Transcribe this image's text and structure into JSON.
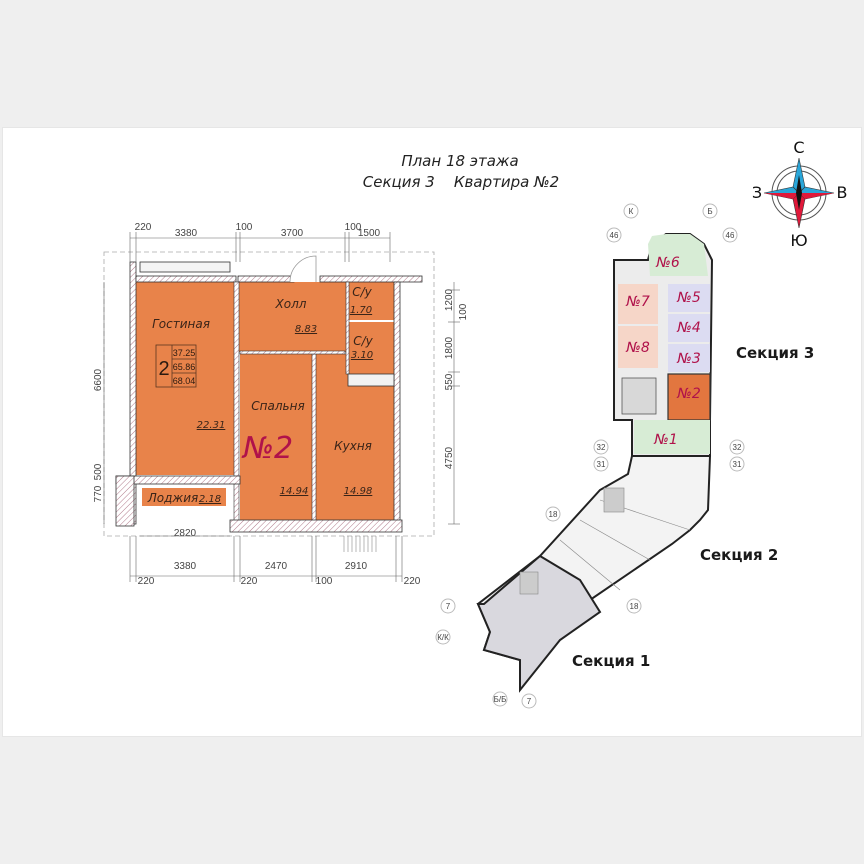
{
  "header": {
    "line1": "План 18 этажа",
    "line2": "Секция 3    Квартира №2"
  },
  "compass": {
    "north": "С",
    "east": "В",
    "south": "Ю",
    "west": "З",
    "colors": {
      "north": "#29a6d9",
      "south": "#e0193a"
    }
  },
  "apartment": {
    "number_label": "№2",
    "rooms_count": "2",
    "areas": {
      "living": "37.25",
      "total": "65.86",
      "total_with_loggia": "68.04"
    },
    "rooms": [
      {
        "name": "Гостиная",
        "area": "22.31"
      },
      {
        "name": "Холл",
        "area": "8.83"
      },
      {
        "name": "С/у",
        "area": "1.70"
      },
      {
        "name": "С/у",
        "area": "3.10"
      },
      {
        "name": "Спальня",
        "area": "14.94"
      },
      {
        "name": "Кухня",
        "area": "14.98"
      },
      {
        "name": "Лоджия",
        "area": "2.18"
      }
    ],
    "fill_color": "#e8834a",
    "dimensions": {
      "top_small": [
        "220",
        "100",
        "100"
      ],
      "top": [
        "3380",
        "3700",
        "1500"
      ],
      "bottom_inner": "2820",
      "bottom": [
        "3380",
        "2470",
        "2910"
      ],
      "bottom_small": [
        "220",
        "220",
        "100",
        "220"
      ],
      "right": [
        "1200",
        "100",
        "1800",
        "550",
        "4750"
      ],
      "left": [
        "6600",
        "500",
        "770"
      ]
    }
  },
  "key_plan": {
    "sections": [
      {
        "label": "Секция 3"
      },
      {
        "label": "Секция 2"
      },
      {
        "label": "Секция 1"
      }
    ],
    "apartments": [
      {
        "label": "№6",
        "color": "#d7ecd5"
      },
      {
        "label": "№7",
        "color": "#f6d6c8"
      },
      {
        "label": "№5",
        "color": "#dcdcf2"
      },
      {
        "label": "№4",
        "color": "#dcdcf2"
      },
      {
        "label": "№8",
        "color": "#f6d6c8"
      },
      {
        "label": "№3",
        "color": "#dcdcf2"
      },
      {
        "label": "№2",
        "color": "#e2763f"
      },
      {
        "label": "№1",
        "color": "#d7ecd5"
      }
    ],
    "axes": [
      "К",
      "Б",
      "46",
      "46",
      "32",
      "31",
      "32",
      "31",
      "18",
      "18",
      "7",
      "К/К",
      "Б/Б",
      "7"
    ]
  }
}
